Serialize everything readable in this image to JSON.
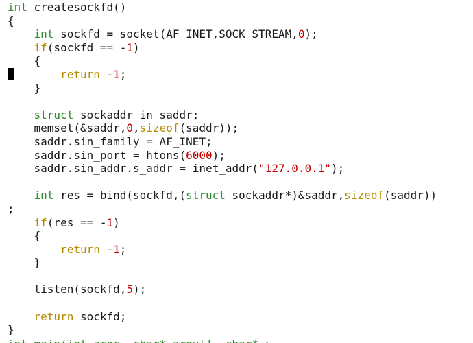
{
  "editor": {
    "language": "c",
    "colors": {
      "type": "#2e8b2e",
      "keyword": "#b58a00",
      "number": "#c00000",
      "string": "#c00000",
      "text": "#1a1a1a",
      "background": "#ffffff",
      "cursor": "#000000"
    },
    "cursor": {
      "line": 5,
      "column": 1,
      "style": "block"
    },
    "lines": [
      [
        {
          "t": "type",
          "v": "int"
        },
        {
          "t": "plain",
          "v": " createsockfd()"
        }
      ],
      [
        {
          "t": "plain",
          "v": "{"
        }
      ],
      [
        {
          "t": "plain",
          "v": "    "
        },
        {
          "t": "type",
          "v": "int"
        },
        {
          "t": "plain",
          "v": " sockfd = socket(AF_INET,SOCK_STREAM,"
        },
        {
          "t": "num",
          "v": "0"
        },
        {
          "t": "plain",
          "v": ");"
        }
      ],
      [
        {
          "t": "plain",
          "v": "    "
        },
        {
          "t": "kw",
          "v": "if"
        },
        {
          "t": "plain",
          "v": "(sockfd == -"
        },
        {
          "t": "num",
          "v": "1"
        },
        {
          "t": "plain",
          "v": ")"
        }
      ],
      [
        {
          "t": "plain",
          "v": "    {"
        }
      ],
      [
        {
          "t": "plain",
          "v": "        "
        },
        {
          "t": "kw",
          "v": "return"
        },
        {
          "t": "plain",
          "v": " -"
        },
        {
          "t": "num",
          "v": "1"
        },
        {
          "t": "plain",
          "v": ";"
        }
      ],
      [
        {
          "t": "plain",
          "v": "    }"
        }
      ],
      [
        {
          "t": "plain",
          "v": ""
        }
      ],
      [
        {
          "t": "plain",
          "v": "    "
        },
        {
          "t": "type",
          "v": "struct"
        },
        {
          "t": "plain",
          "v": " sockaddr_in saddr;"
        }
      ],
      [
        {
          "t": "plain",
          "v": "    memset(&saddr,"
        },
        {
          "t": "num",
          "v": "0"
        },
        {
          "t": "plain",
          "v": ","
        },
        {
          "t": "kw",
          "v": "sizeof"
        },
        {
          "t": "plain",
          "v": "(saddr));"
        }
      ],
      [
        {
          "t": "plain",
          "v": "    saddr.sin_family = AF_INET;"
        }
      ],
      [
        {
          "t": "plain",
          "v": "    saddr.sin_port = htons("
        },
        {
          "t": "num",
          "v": "6000"
        },
        {
          "t": "plain",
          "v": ");"
        }
      ],
      [
        {
          "t": "plain",
          "v": "    saddr.sin_addr.s_addr = inet_addr("
        },
        {
          "t": "str",
          "v": "\"127.0.0.1\""
        },
        {
          "t": "plain",
          "v": ");"
        }
      ],
      [
        {
          "t": "plain",
          "v": ""
        }
      ],
      [
        {
          "t": "plain",
          "v": "    "
        },
        {
          "t": "type",
          "v": "int"
        },
        {
          "t": "plain",
          "v": " res = bind(sockfd,("
        },
        {
          "t": "type",
          "v": "struct"
        },
        {
          "t": "plain",
          "v": " sockaddr*)&saddr,"
        },
        {
          "t": "kw",
          "v": "sizeof"
        },
        {
          "t": "plain",
          "v": "(saddr))"
        }
      ],
      [
        {
          "t": "plain",
          "v": ";"
        }
      ],
      [
        {
          "t": "plain",
          "v": "    "
        },
        {
          "t": "kw",
          "v": "if"
        },
        {
          "t": "plain",
          "v": "(res == -"
        },
        {
          "t": "num",
          "v": "1"
        },
        {
          "t": "plain",
          "v": ")"
        }
      ],
      [
        {
          "t": "plain",
          "v": "    {"
        }
      ],
      [
        {
          "t": "plain",
          "v": "        "
        },
        {
          "t": "kw",
          "v": "return"
        },
        {
          "t": "plain",
          "v": " -"
        },
        {
          "t": "num",
          "v": "1"
        },
        {
          "t": "plain",
          "v": ";"
        }
      ],
      [
        {
          "t": "plain",
          "v": "    }"
        }
      ],
      [
        {
          "t": "plain",
          "v": ""
        }
      ],
      [
        {
          "t": "plain",
          "v": "    listen(sockfd,"
        },
        {
          "t": "num",
          "v": "5"
        },
        {
          "t": "plain",
          "v": ");"
        }
      ],
      [
        {
          "t": "plain",
          "v": ""
        }
      ],
      [
        {
          "t": "plain",
          "v": "    "
        },
        {
          "t": "kw",
          "v": "return"
        },
        {
          "t": "plain",
          "v": " sockfd;"
        }
      ],
      [
        {
          "t": "plain",
          "v": "}"
        }
      ]
    ]
  },
  "statusline": {
    "text": "int main(int argc, char* argv[], char* envp[])"
  }
}
